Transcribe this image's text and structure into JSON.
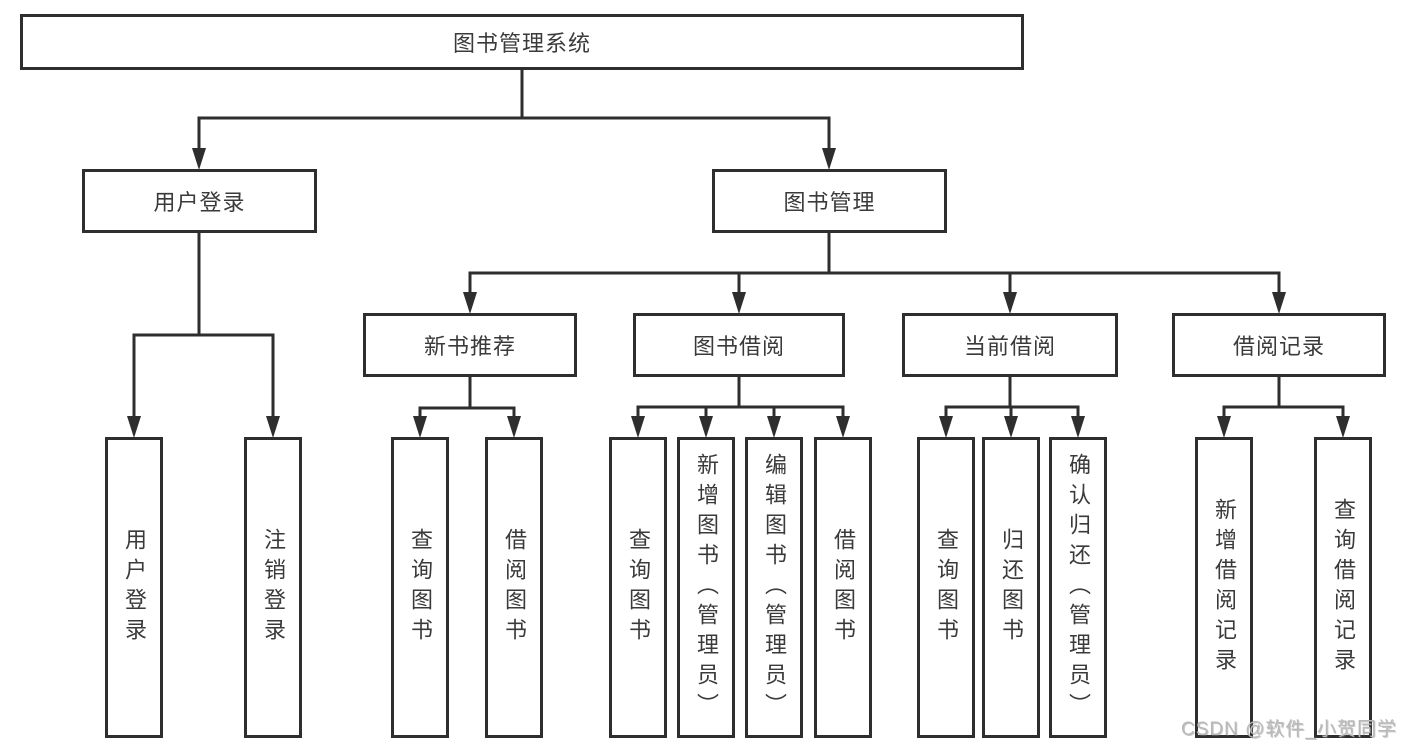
{
  "diagram": {
    "colors": {
      "line": "#2e2e2e",
      "box_border": "#2e2e2e",
      "box_fill": "#ffffff",
      "text": "#3a3a3a",
      "watermark": "#b9b9b9"
    },
    "root": {
      "label": "图书管理系统"
    },
    "level2": [
      {
        "label": "用户登录"
      },
      {
        "label": "图书管理"
      }
    ],
    "level3": [
      {
        "label": "新书推荐"
      },
      {
        "label": "图书借阅"
      },
      {
        "label": "当前借阅"
      },
      {
        "label": "借阅记录"
      }
    ],
    "leaves": {
      "user_login": [
        "用户登录",
        "注销登录"
      ],
      "new_books": [
        "查询图书",
        "借阅图书"
      ],
      "book_borrow": [
        "查询图书",
        "新增图书（管理员）",
        "编辑图书（管理员）",
        "借阅图书"
      ],
      "current_borrow": [
        "查询图书",
        "归还图书",
        "确认归还（管理员）"
      ],
      "borrow_records": [
        "新增借阅记录",
        "查询借阅记录"
      ]
    },
    "watermark": "CSDN @软件_小贺同学"
  }
}
